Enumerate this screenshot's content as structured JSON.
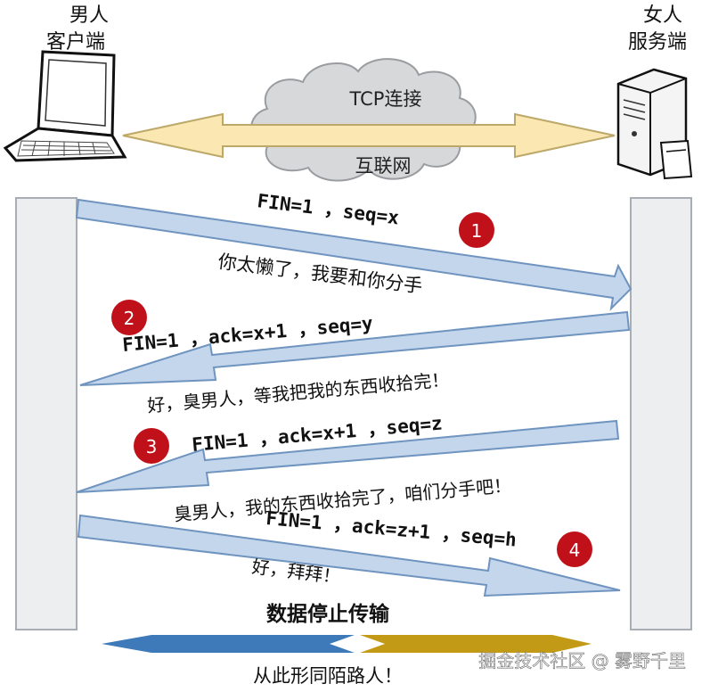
{
  "client": {
    "label_line1": "男人",
    "label_line2": "客户端"
  },
  "server": {
    "label_line1": "女人",
    "label_line2": "服务端"
  },
  "network": {
    "tcp_label": "TCP连接",
    "internet_label": "互联网"
  },
  "steps": [
    {
      "number": "1",
      "packet": "FIN=1 ，seq=x",
      "message": "你太懒了，我要和你分手"
    },
    {
      "number": "2",
      "packet": "FIN=1 ，ack=x+1 ，seq=y",
      "message": "好，臭男人，等我把我的东西收拾完！"
    },
    {
      "number": "3",
      "packet": "FIN=1 ，ack=x+1 ，seq=z",
      "message": "臭男人，我的东西收拾完了，咱们分手吧！"
    },
    {
      "number": "4",
      "packet": "FIN=1 ，ack=z+1 ，seq=h",
      "message": "好，拜拜！"
    }
  ],
  "stop_label": "数据停止传输",
  "ending_label": "从此形同陌路人！",
  "watermark": "掘金技术社区 @ 雾野千里",
  "colors": {
    "lifeline_fill": "#edeef0",
    "lifeline_stroke": "#a9aeb6",
    "arrow_fill": "#c3d6ec",
    "arrow_stroke": "#6f94bf",
    "badge_fill": "#c0111a",
    "tcp_arrow_fill": "#fbe7b1",
    "tcp_arrow_stroke": "#bca869",
    "cloud_fill": "#d7d8da",
    "blue_band": "#3e7ab9",
    "gold_band": "#c39a15"
  }
}
